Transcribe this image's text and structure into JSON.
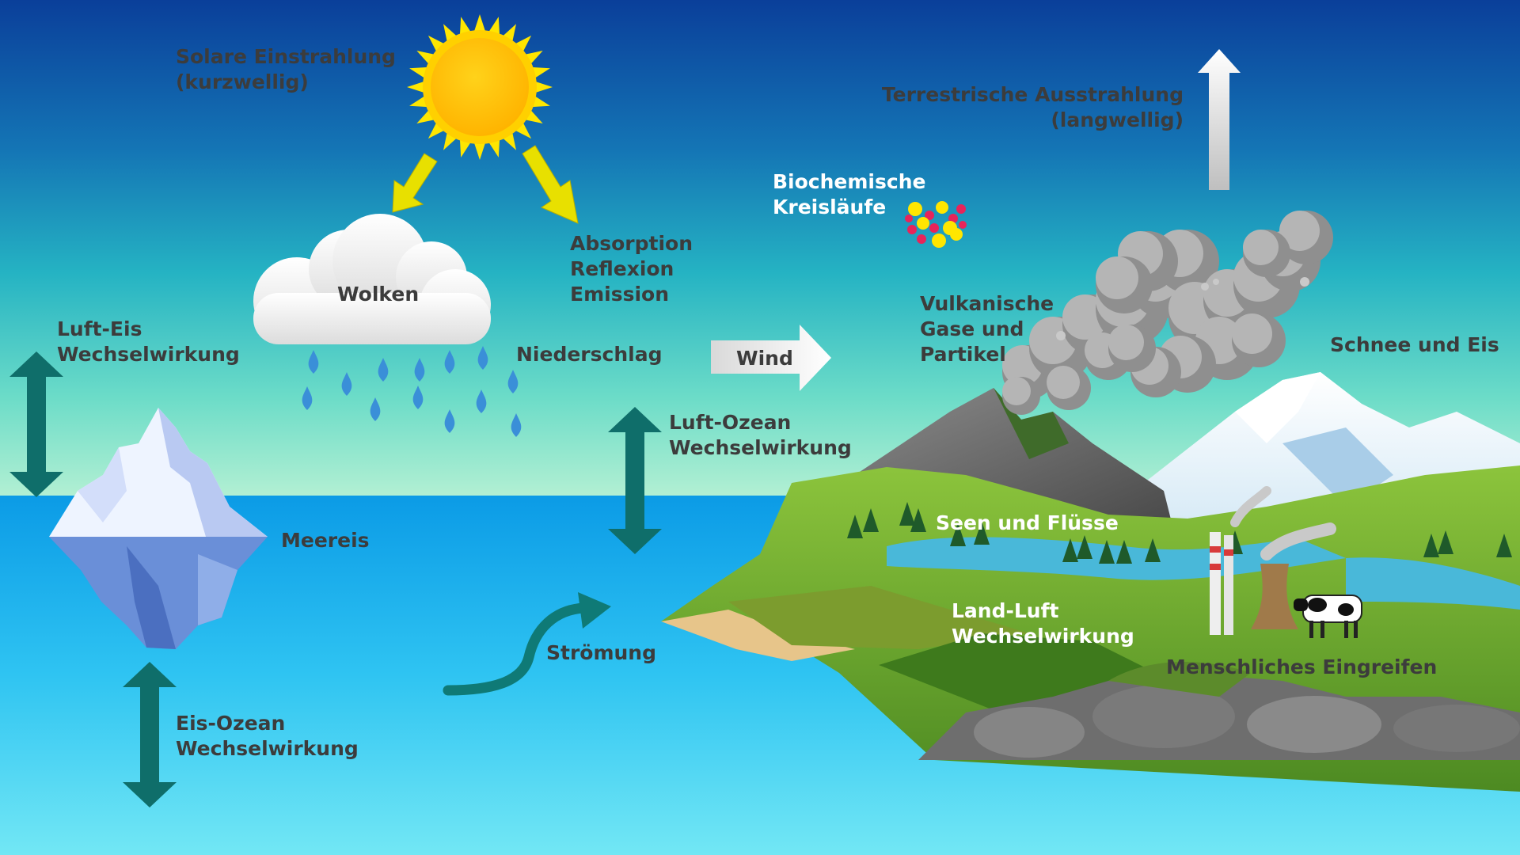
{
  "labels": {
    "solar": [
      "Solare Einstrahlung",
      "(kurzwellig)"
    ],
    "terrestrial": [
      "Terrestrische Ausstrahlung",
      "(langwellig)"
    ],
    "biochem": [
      "Biochemische",
      "Kreisläufe"
    ],
    "absorption": [
      "Absorption",
      "Reflexion",
      "Emission"
    ],
    "clouds": "Wolken",
    "precipitation": "Niederschlag",
    "wind": "Wind",
    "volcanic": [
      "Vulkanische",
      "Gase und",
      "Partikel"
    ],
    "snow_ice": "Schnee und Eis",
    "air_ice": [
      "Luft-Eis",
      "Wechselwirkung"
    ],
    "air_ocean": [
      "Luft-Ozean",
      "Wechselwirkung"
    ],
    "sea_ice": "Meereis",
    "lakes_rivers": "Seen und Flüsse",
    "land_air": [
      "Land-Luft",
      "Wechselwirkung"
    ],
    "human": "Menschliches Eingreifen",
    "current": "Strömung",
    "ice_ocean": [
      "Eis-Ozean",
      "Wechselwirkung"
    ]
  },
  "colors": {
    "sky_top": "#0a3f9a",
    "sky_mid": "#1fa6c2",
    "sky_horizon": "#a8ecd0",
    "ocean_top": "#0aa0e8",
    "ocean_bottom": "#6ae8f5",
    "sun": "#ffc400",
    "sun_rays": "#ffe600",
    "interaction_arrow": "#0f6e6a",
    "rain": "#3a8fd8",
    "label_text": "#3c3c3c",
    "label_text_light": "#ffffff"
  },
  "icons": [
    "sun-icon",
    "cloud-icon",
    "raindrop-icon",
    "iceberg-icon",
    "volcano-icon",
    "mountain-icon",
    "smoke-icon",
    "factory-icon",
    "cow-icon",
    "molecule-icon",
    "wind-arrow-icon",
    "current-arrow-icon",
    "outgoing-radiation-arrow-icon"
  ]
}
